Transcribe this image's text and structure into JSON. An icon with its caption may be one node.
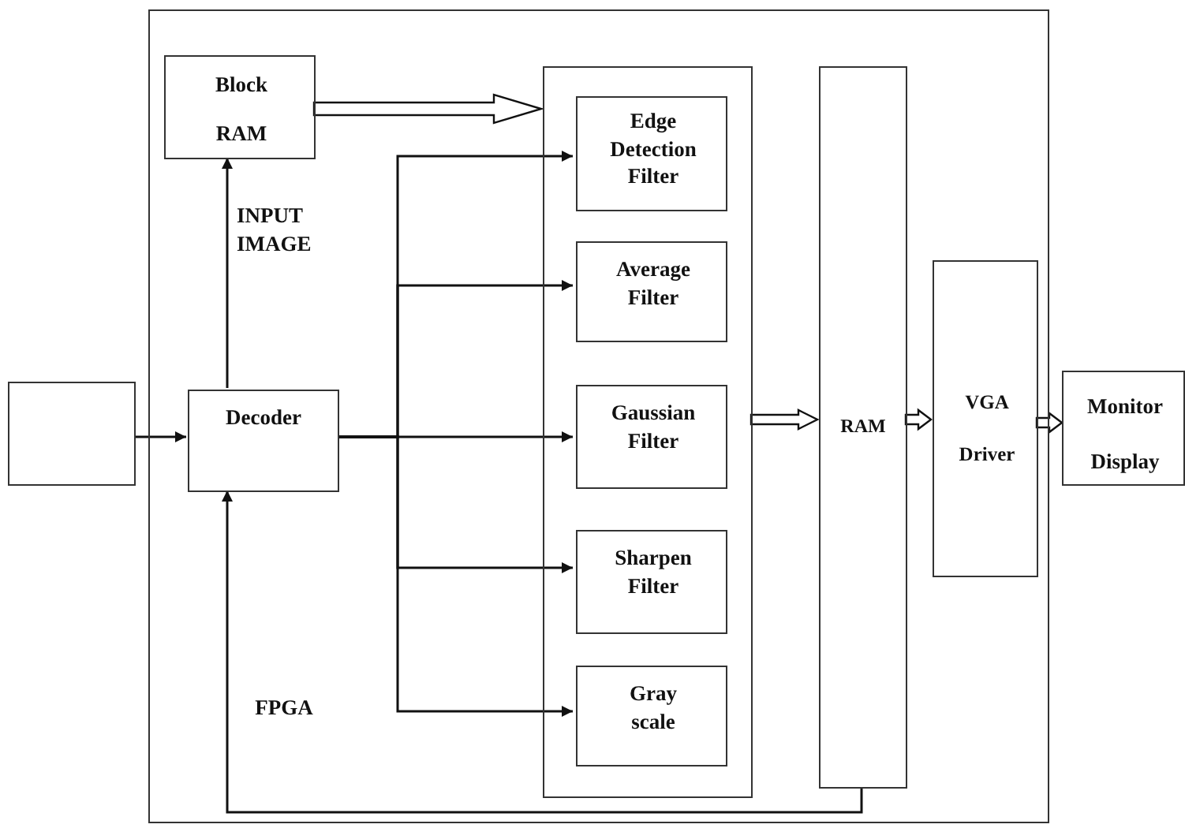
{
  "diagram": {
    "nodes": [
      {
        "text": [
          "FPGA"
        ]
      },
      {
        "text": [],
        "shape": "box"
      },
      {
        "text": [
          "Block RAM"
        ],
        "in": 0
      },
      {
        "text": [
          "Decoder"
        ],
        "in": 0
      },
      {
        "text": [],
        "shape": "box",
        "in": 0
      },
      {
        "text": [
          "Edge Detection Filter"
        ],
        "in": 4
      },
      {
        "text": [
          "Average Filter"
        ],
        "in": 4
      },
      {
        "text": [
          "Gaussian Filter"
        ],
        "in": 4
      },
      {
        "text": [
          "Sharpen Filter"
        ],
        "in": 4
      },
      {
        "text": [
          "Gray scale"
        ],
        "in": 4
      },
      {
        "text": [
          "RAM"
        ],
        "in": 0
      },
      {
        "text": [
          "VGA Driver"
        ],
        "in": 0
      },
      {
        "text": [
          "Monitor Display"
        ]
      }
    ],
    "edges": [
      {
        "from": 1,
        "to": 3,
        "arrow": "to"
      },
      {
        "from": 3,
        "to": 2,
        "arrow": "to",
        "label": "INPUT IMAGE"
      },
      {
        "from": 2,
        "to": 4,
        "arrow": "to",
        "style": "thick"
      },
      {
        "from": 3,
        "to": 5,
        "arrow": "to"
      },
      {
        "from": 3,
        "to": 6,
        "arrow": "to"
      },
      {
        "from": 3,
        "to": 7,
        "arrow": "to"
      },
      {
        "from": 3,
        "to": 8,
        "arrow": "to"
      },
      {
        "from": 3,
        "to": 9,
        "arrow": "to"
      },
      {
        "from": 4,
        "to": 10,
        "arrow": "to",
        "style": "thick"
      },
      {
        "from": 10,
        "to": 11,
        "arrow": "to",
        "style": "thick"
      },
      {
        "from": 11,
        "to": 12,
        "arrow": "to",
        "style": "thick"
      },
      {
        "from": 10,
        "to": 3,
        "arrow": "to"
      }
    ]
  }
}
